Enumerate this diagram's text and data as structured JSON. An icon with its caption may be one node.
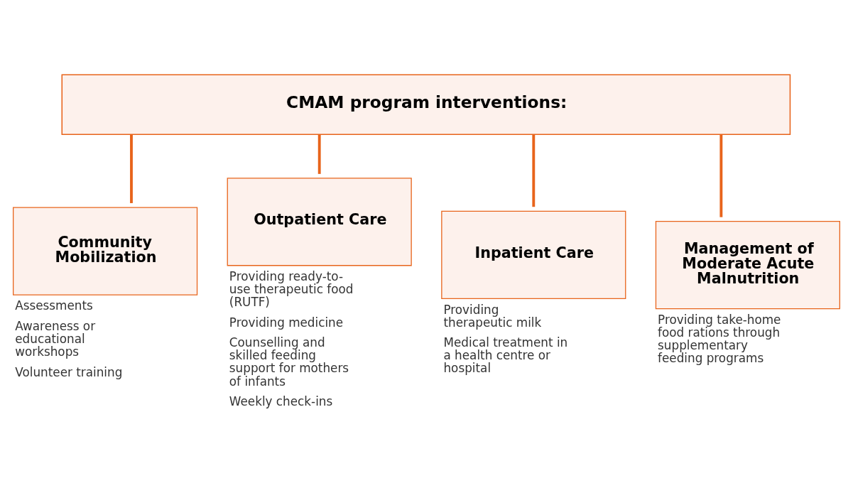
{
  "diagram": {
    "nodes": [
      {
        "text": [
          "CMAM program interventions:"
        ]
      },
      {
        "text": [
          "Community Mobilization"
        ],
        "beside": [
          "Assessments",
          "Awareness or educational workshops",
          "Volunteer training"
        ]
      },
      {
        "text": [
          "Outpatient Care"
        ],
        "beside": [
          "Providing ready-to-use therapeutic food (RUTF)",
          "Providing medicine",
          "Counselling and skilled feeding support for mothers of infants",
          "Weekly check-ins"
        ]
      },
      {
        "text": [
          "Inpatient Care"
        ],
        "beside": [
          "Providing therapeutic milk",
          "Medical treatment in a health centre or hospital"
        ]
      },
      {
        "text": [
          "Management of Moderate Acute Malnutrition"
        ],
        "beside": [
          "Providing take-home food rations through supplementary feeding programs"
        ]
      }
    ],
    "edges": [
      {
        "from": 0,
        "to": 1,
        "arrow": "none"
      },
      {
        "from": 0,
        "to": 2,
        "arrow": "none"
      },
      {
        "from": 0,
        "to": 3,
        "arrow": "none"
      },
      {
        "from": 0,
        "to": 4,
        "arrow": "none"
      }
    ]
  }
}
